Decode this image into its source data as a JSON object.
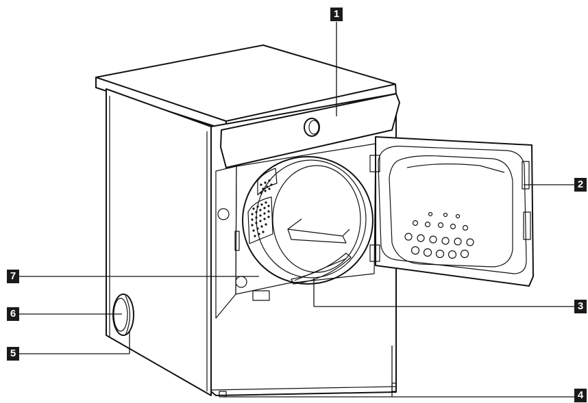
{
  "callouts": [
    {
      "id": "1",
      "label": "1"
    },
    {
      "id": "2",
      "label": "2"
    },
    {
      "id": "3",
      "label": "3"
    },
    {
      "id": "4",
      "label": "4"
    },
    {
      "id": "5",
      "label": "5"
    },
    {
      "id": "6",
      "label": "6"
    },
    {
      "id": "7",
      "label": "7"
    }
  ],
  "colors": {
    "line": "#111111",
    "callout_bg": "#1a1a1a",
    "callout_text": "#ffffff",
    "background": "#ffffff"
  }
}
